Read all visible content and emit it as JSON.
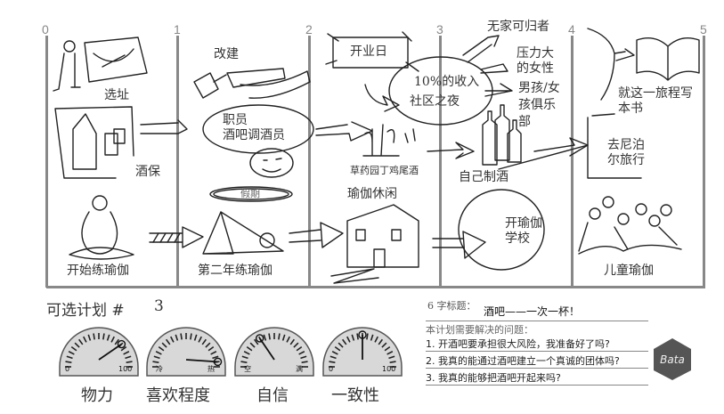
{
  "timeline": {
    "ticks": [
      "0",
      "1",
      "2",
      "3",
      "4",
      "5"
    ],
    "labels": {
      "site": "选址",
      "bartender": "酒保",
      "start_yoga": "开始练瑜伽",
      "renovate": "改建",
      "staff": "职员",
      "bar_mixologist": "酒吧调酒员",
      "vacation": "假期",
      "second_year_yoga": "第二年练瑜伽",
      "opening_day": "开业日",
      "herb_cocktail": "草药园丁鸡尾酒",
      "yoga_leisure": "瑜伽休闲",
      "income_10": "10%的收入",
      "community_night": "社区之夜",
      "homeless": "无家可归者",
      "stressed_women": "压力大的女性",
      "boys_girls_club": "男孩/女孩俱乐部",
      "homebrew": "自己制酒",
      "yoga_school": "开瑜伽学校",
      "write_book": "就这一旅程写本书",
      "nepal_trip": "去尼泊尔旅行",
      "kids_yoga": "儿童瑜伽"
    }
  },
  "plan": {
    "label": "可选计划 #",
    "number": "3"
  },
  "gauges": [
    {
      "name": "物力",
      "min_label": "0",
      "max_label": "100",
      "value": 75
    },
    {
      "name": "喜欢程度",
      "min_label": "冷",
      "max_label": "热",
      "value": 95
    },
    {
      "name": "自信",
      "min_label": "空",
      "max_label": "满",
      "value": 35
    },
    {
      "name": "一致性",
      "min_label": "0",
      "max_label": "100",
      "value": 50
    }
  ],
  "headline": {
    "label": "6 字标题：",
    "value": "酒吧——一次一杯！"
  },
  "questions": {
    "title": "本计划需要解决的问题：",
    "items": [
      "1. 开酒吧要承担很大风险，我准备好了吗?",
      "2. 我真的能通过酒吧建立一个真诚的团体吗?",
      "3. 我真的能够把酒吧开起来吗?"
    ]
  },
  "logo_text": "Bata"
}
